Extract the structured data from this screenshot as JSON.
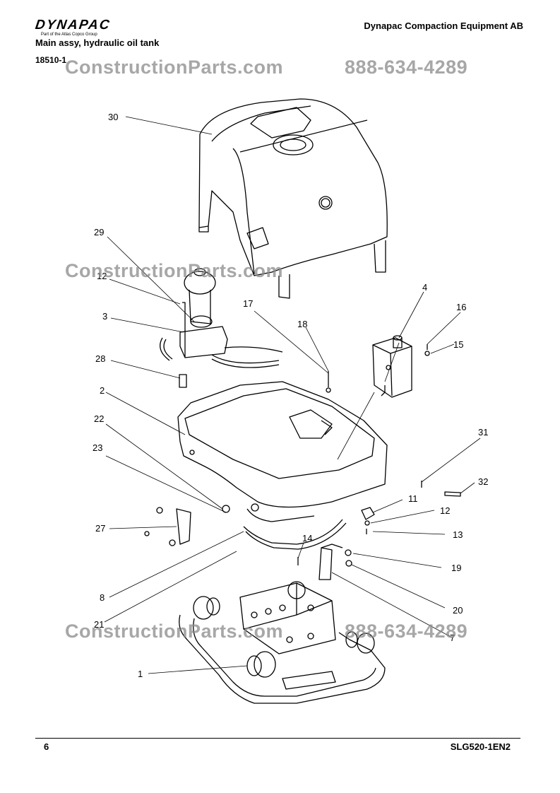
{
  "header": {
    "brand": "DYNAPAC",
    "brand_tagline": "Part of the Atlas Copco Group",
    "company": "Dynapac Compaction Equipment AB",
    "title": "Main assy, hydraulic oil tank",
    "doc_id": "18510-1"
  },
  "watermark": {
    "site": "ConstructionParts.com",
    "phone": "888-634-4289"
  },
  "callouts": [
    "30",
    "29",
    "12",
    "3",
    "28",
    "2",
    "22",
    "23",
    "27",
    "8",
    "21",
    "1",
    "17",
    "18",
    "4",
    "16",
    "15",
    "31",
    "32",
    "11",
    "12",
    "13",
    "14",
    "19",
    "20",
    "7"
  ],
  "footer": {
    "page": "6",
    "code": "SLG520-1EN2"
  },
  "colors": {
    "ink": "#000000",
    "watermark": "#8a8a8a"
  }
}
